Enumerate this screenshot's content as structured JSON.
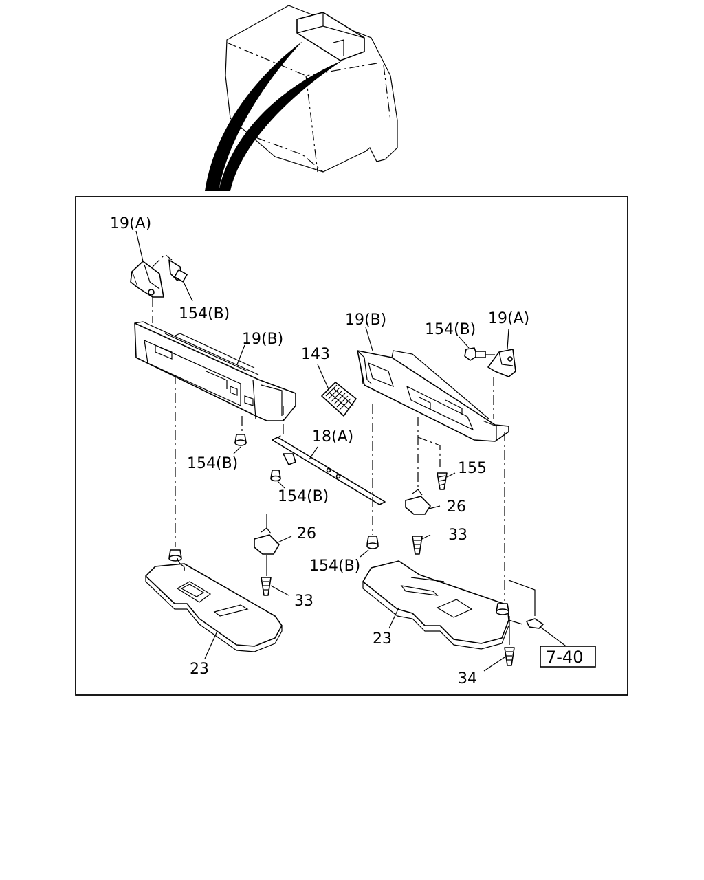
{
  "diagram": {
    "labels": {
      "sunvisor_bracket_left": "19(A)",
      "bolt_top_left": "154(B)",
      "holder_left": "19(B)",
      "bolt_under_holder_left": "154(B)",
      "grille": "143",
      "center_rail": "18(A)",
      "bolt_center_rail": "154(B)",
      "holder_right": "19(B)",
      "bolt_top_right": "154(B)",
      "sunvisor_bracket_right": "19(A)",
      "screw_155": "155",
      "clip_right": "26",
      "screw_right": "33",
      "clip_left": "26",
      "screw_left": "33",
      "bolt_center_bottom": "154(B)",
      "visor_left": "23",
      "visor_right": "23",
      "screw_34": "34",
      "ref_box": "7-40"
    },
    "icons": {
      "cab": "cab-outline-icon",
      "visor": "sunvisor-icon",
      "screw": "screw-icon",
      "clip": "clip-icon"
    }
  }
}
